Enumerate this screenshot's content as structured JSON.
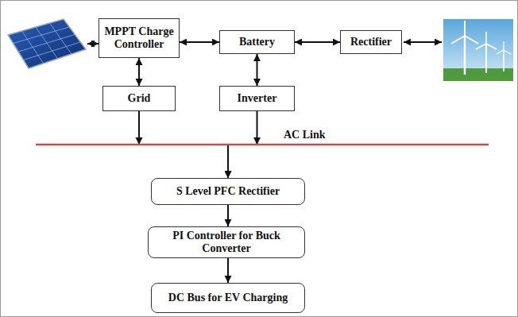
{
  "diagram": {
    "nodes": [
      {
        "text": [
          "MPPT Charge Controller"
        ]
      },
      {
        "text": [
          "Battery"
        ]
      },
      {
        "text": [
          "Rectifier"
        ]
      },
      {
        "text": [
          "Grid"
        ]
      },
      {
        "text": [
          "Inverter"
        ]
      },
      {
        "text": [
          "S Level PFC Rectifier"
        ]
      },
      {
        "text": [
          "PI Controller for Buck Converter"
        ]
      },
      {
        "text": [
          "DC Bus for EV Charging"
        ]
      }
    ],
    "edges": [
      {
        "from": 0,
        "to": 1,
        "arrow": "both"
      },
      {
        "from": 1,
        "to": 2,
        "arrow": "both"
      },
      {
        "from": 0,
        "to": 3,
        "arrow": "both"
      },
      {
        "from": 1,
        "to": 4,
        "arrow": "both"
      },
      {
        "from": 3,
        "to": 5,
        "arrow": "to"
      },
      {
        "from": 4,
        "to": 5,
        "arrow": "to"
      },
      {
        "from": 5,
        "to": 6,
        "arrow": "to"
      },
      {
        "from": 6,
        "to": 7,
        "arrow": "to"
      }
    ],
    "labels": [
      "AC Link"
    ]
  }
}
